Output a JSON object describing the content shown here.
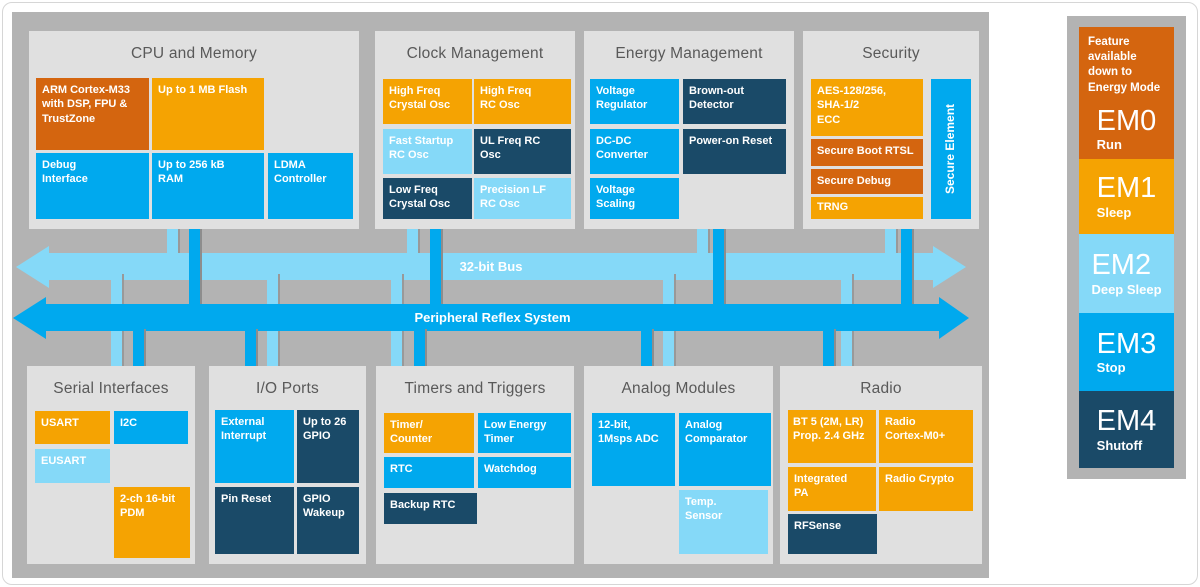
{
  "titles": {
    "cpu": "CPU and Memory",
    "clock": "Clock Management",
    "energy": "Energy Management",
    "security": "Security",
    "serial": "Serial Interfaces",
    "io": "I/O Ports",
    "timers": "Timers and Triggers",
    "analog": "Analog Modules",
    "radio": "Radio"
  },
  "buses": {
    "bus32": "32-bit Bus",
    "prs": "Peripheral Reflex System"
  },
  "blocks": {
    "arm": "ARM Cortex-M33\nwith DSP, FPU &\nTrustZone",
    "flash": "Up to 1 MB Flash",
    "debug": "Debug\nInterface",
    "ram": "Up to 256 kB\nRAM",
    "ldma": "LDMA\nController",
    "hfxo": "High Freq\nCrystal Osc",
    "hfrco": "High Freq\nRC Osc",
    "fsrco": "Fast Startup\nRC Osc",
    "ulfrco": "UL Freq RC\nOsc",
    "lfxo": "Low Freq\nCrystal Osc",
    "plfrco": "Precision LF\nRC Osc",
    "vreg": "Voltage\nRegulator",
    "bod": "Brown-out\nDetector",
    "dcdc": "DC-DC\nConverter",
    "por": "Power-on Reset",
    "vscale": "Voltage\nScaling",
    "aes": "AES-128/256,\nSHA-1/2\nECC",
    "secboot": "Secure Boot RTSL",
    "secdebug": "Secure Debug",
    "trng": "TRNG",
    "secelement": "Secure Element",
    "usart": "USART",
    "i2c": "I2C",
    "eusart": "EUSART",
    "pdm": "2-ch 16-bit\nPDM",
    "extint": "External\nInterrupt",
    "gpio": "Up to 26\nGPIO",
    "pinreset": "Pin Reset",
    "gpiowakeup": "GPIO\nWakeup",
    "timercounter": "Timer/\nCounter",
    "letimer": "Low Energy\nTimer",
    "rtc": "RTC",
    "watchdog": "Watchdog",
    "backuprtc": "Backup RTC",
    "adc": "12-bit,\n1Msps ADC",
    "acmp": "Analog\nComparator",
    "tempsensor": "Temp.\nSensor",
    "bt5": "BT 5 (2M, LR)\nProp. 2.4 GHz",
    "radiocortex": "Radio\nCortex-M0+",
    "intpa": "Integrated\nPA",
    "radiocrypto": "Radio Crypto",
    "rfsense": "RFSense"
  },
  "legend": {
    "header": "Feature\navailable\ndown to\nEnergy Mode",
    "modes": [
      {
        "name": "EM0",
        "label": "Run"
      },
      {
        "name": "EM1",
        "label": "Sleep"
      },
      {
        "name": "EM2",
        "label": "Deep Sleep"
      },
      {
        "name": "EM3",
        "label": "Stop"
      },
      {
        "name": "EM4",
        "label": "Shutoff"
      }
    ]
  },
  "colors": {
    "orange": "#f5a302",
    "dark_orange": "#d4650f",
    "blue": "#00a9ee",
    "light_blue": "#85d9f8",
    "navy": "#1a4a68",
    "panel_gray": "#b3b3b3",
    "section_gray": "#e0e0e0",
    "title_gray": "#595959"
  }
}
